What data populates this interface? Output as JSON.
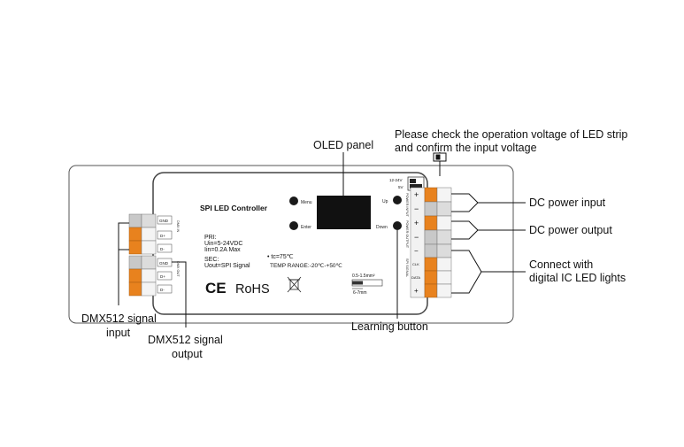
{
  "device": {
    "title": "SPI LED Controller",
    "buttons": {
      "menu": "Menu",
      "enter": "Enter",
      "up": "Up",
      "down": "Down"
    },
    "specs": {
      "pri_label": "PRI:",
      "uin": "Uin=5-24VDC",
      "iin": "Iin=0.2A Max",
      "sec_label": "SEC:",
      "uout": "Uout=SPI Signal",
      "tc": "• tc=75℃",
      "temp_range": "TEMP RANGE:-20℃-+50℃"
    },
    "marks": {
      "ce": "CE",
      "rohs": "RoHS"
    },
    "wire_gauge": {
      "section": "0.5-1.5mm²",
      "strip": "6-7mm"
    },
    "voltage_switch": {
      "high": "12-24V",
      "low": "5V"
    },
    "left_terminals": {
      "input_pins": [
        "GND",
        "D+",
        "D-"
      ],
      "output_pins": [
        "GND",
        "D+",
        "D-"
      ],
      "input_group": "DMX IN",
      "output_group": "DMX OUT"
    },
    "right_terminals": {
      "power_in_signs": [
        "+",
        "−"
      ],
      "power_out_signs": [
        "+",
        "−"
      ],
      "signal_pins": [
        "−",
        "CLK",
        "DATA",
        "+"
      ],
      "power_in_group": "POWER INPUT",
      "power_out_group": "POWER OUTPUT",
      "signal_group": "SPI SIGNAL"
    }
  },
  "callouts": {
    "oled": "OLED panel",
    "voltage_line1": "Please check the operation voltage of LED strip",
    "voltage_line2": "and confirm the input voltage",
    "dc_in": "DC power input",
    "dc_out": "DC power output",
    "led_line1": "Connect with",
    "led_line2": "digital IC LED lights",
    "learning": "Learning button",
    "dmx_in_line1": "DMX512 signal",
    "dmx_in_line2": "input",
    "dmx_out_line1": "DMX512 signal",
    "dmx_out_line2": "output"
  },
  "colors": {
    "terminal_orange": "#e8821e",
    "terminal_gray": "#c8c8c8",
    "button": "#1a1a1a",
    "display": "#111111"
  }
}
